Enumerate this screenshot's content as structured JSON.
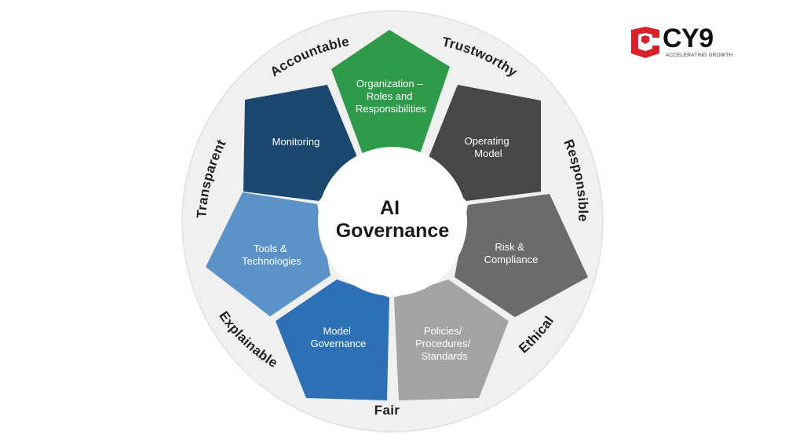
{
  "logo": {
    "text": "CY9",
    "tagline": "ACCELERATING GROWTH",
    "colors": {
      "mark": "#d7212b",
      "text": "#111111"
    }
  },
  "diagram": {
    "center": {
      "line1": "AI",
      "line2": "Governance"
    },
    "segments": [
      {
        "name": "organization",
        "lines": [
          "Organization –",
          "Roles and",
          "Responsibilities"
        ],
        "color": "#2f9a4a"
      },
      {
        "name": "operating-model",
        "lines": [
          "Operating",
          "Model"
        ],
        "color": "#474747"
      },
      {
        "name": "risk-compliance",
        "lines": [
          "Risk &",
          "Compliance"
        ],
        "color": "#6b6b6b"
      },
      {
        "name": "policies",
        "lines": [
          "Policies/",
          "Procedures/",
          "Standards"
        ],
        "color": "#a3a3a3"
      },
      {
        "name": "model-governance",
        "lines": [
          "Model",
          "Governance"
        ],
        "color": "#2e70b6"
      },
      {
        "name": "tools",
        "lines": [
          "Tools &",
          "Technologies"
        ],
        "color": "#5b93c9"
      },
      {
        "name": "monitoring",
        "lines": [
          "Monitoring"
        ],
        "color": "#1c476f"
      }
    ],
    "ring_labels": {
      "accountable": "Accountable",
      "trustworthy": "Trustworthy",
      "responsible": "Responsible",
      "ethical": "Ethical",
      "fair": "Fair",
      "explainable": "Explainable",
      "transparent": "Transparent"
    },
    "colors": {
      "ring": "#f0f0f0",
      "ring_border": "#e0e0e0",
      "center": "#ffffff"
    }
  }
}
